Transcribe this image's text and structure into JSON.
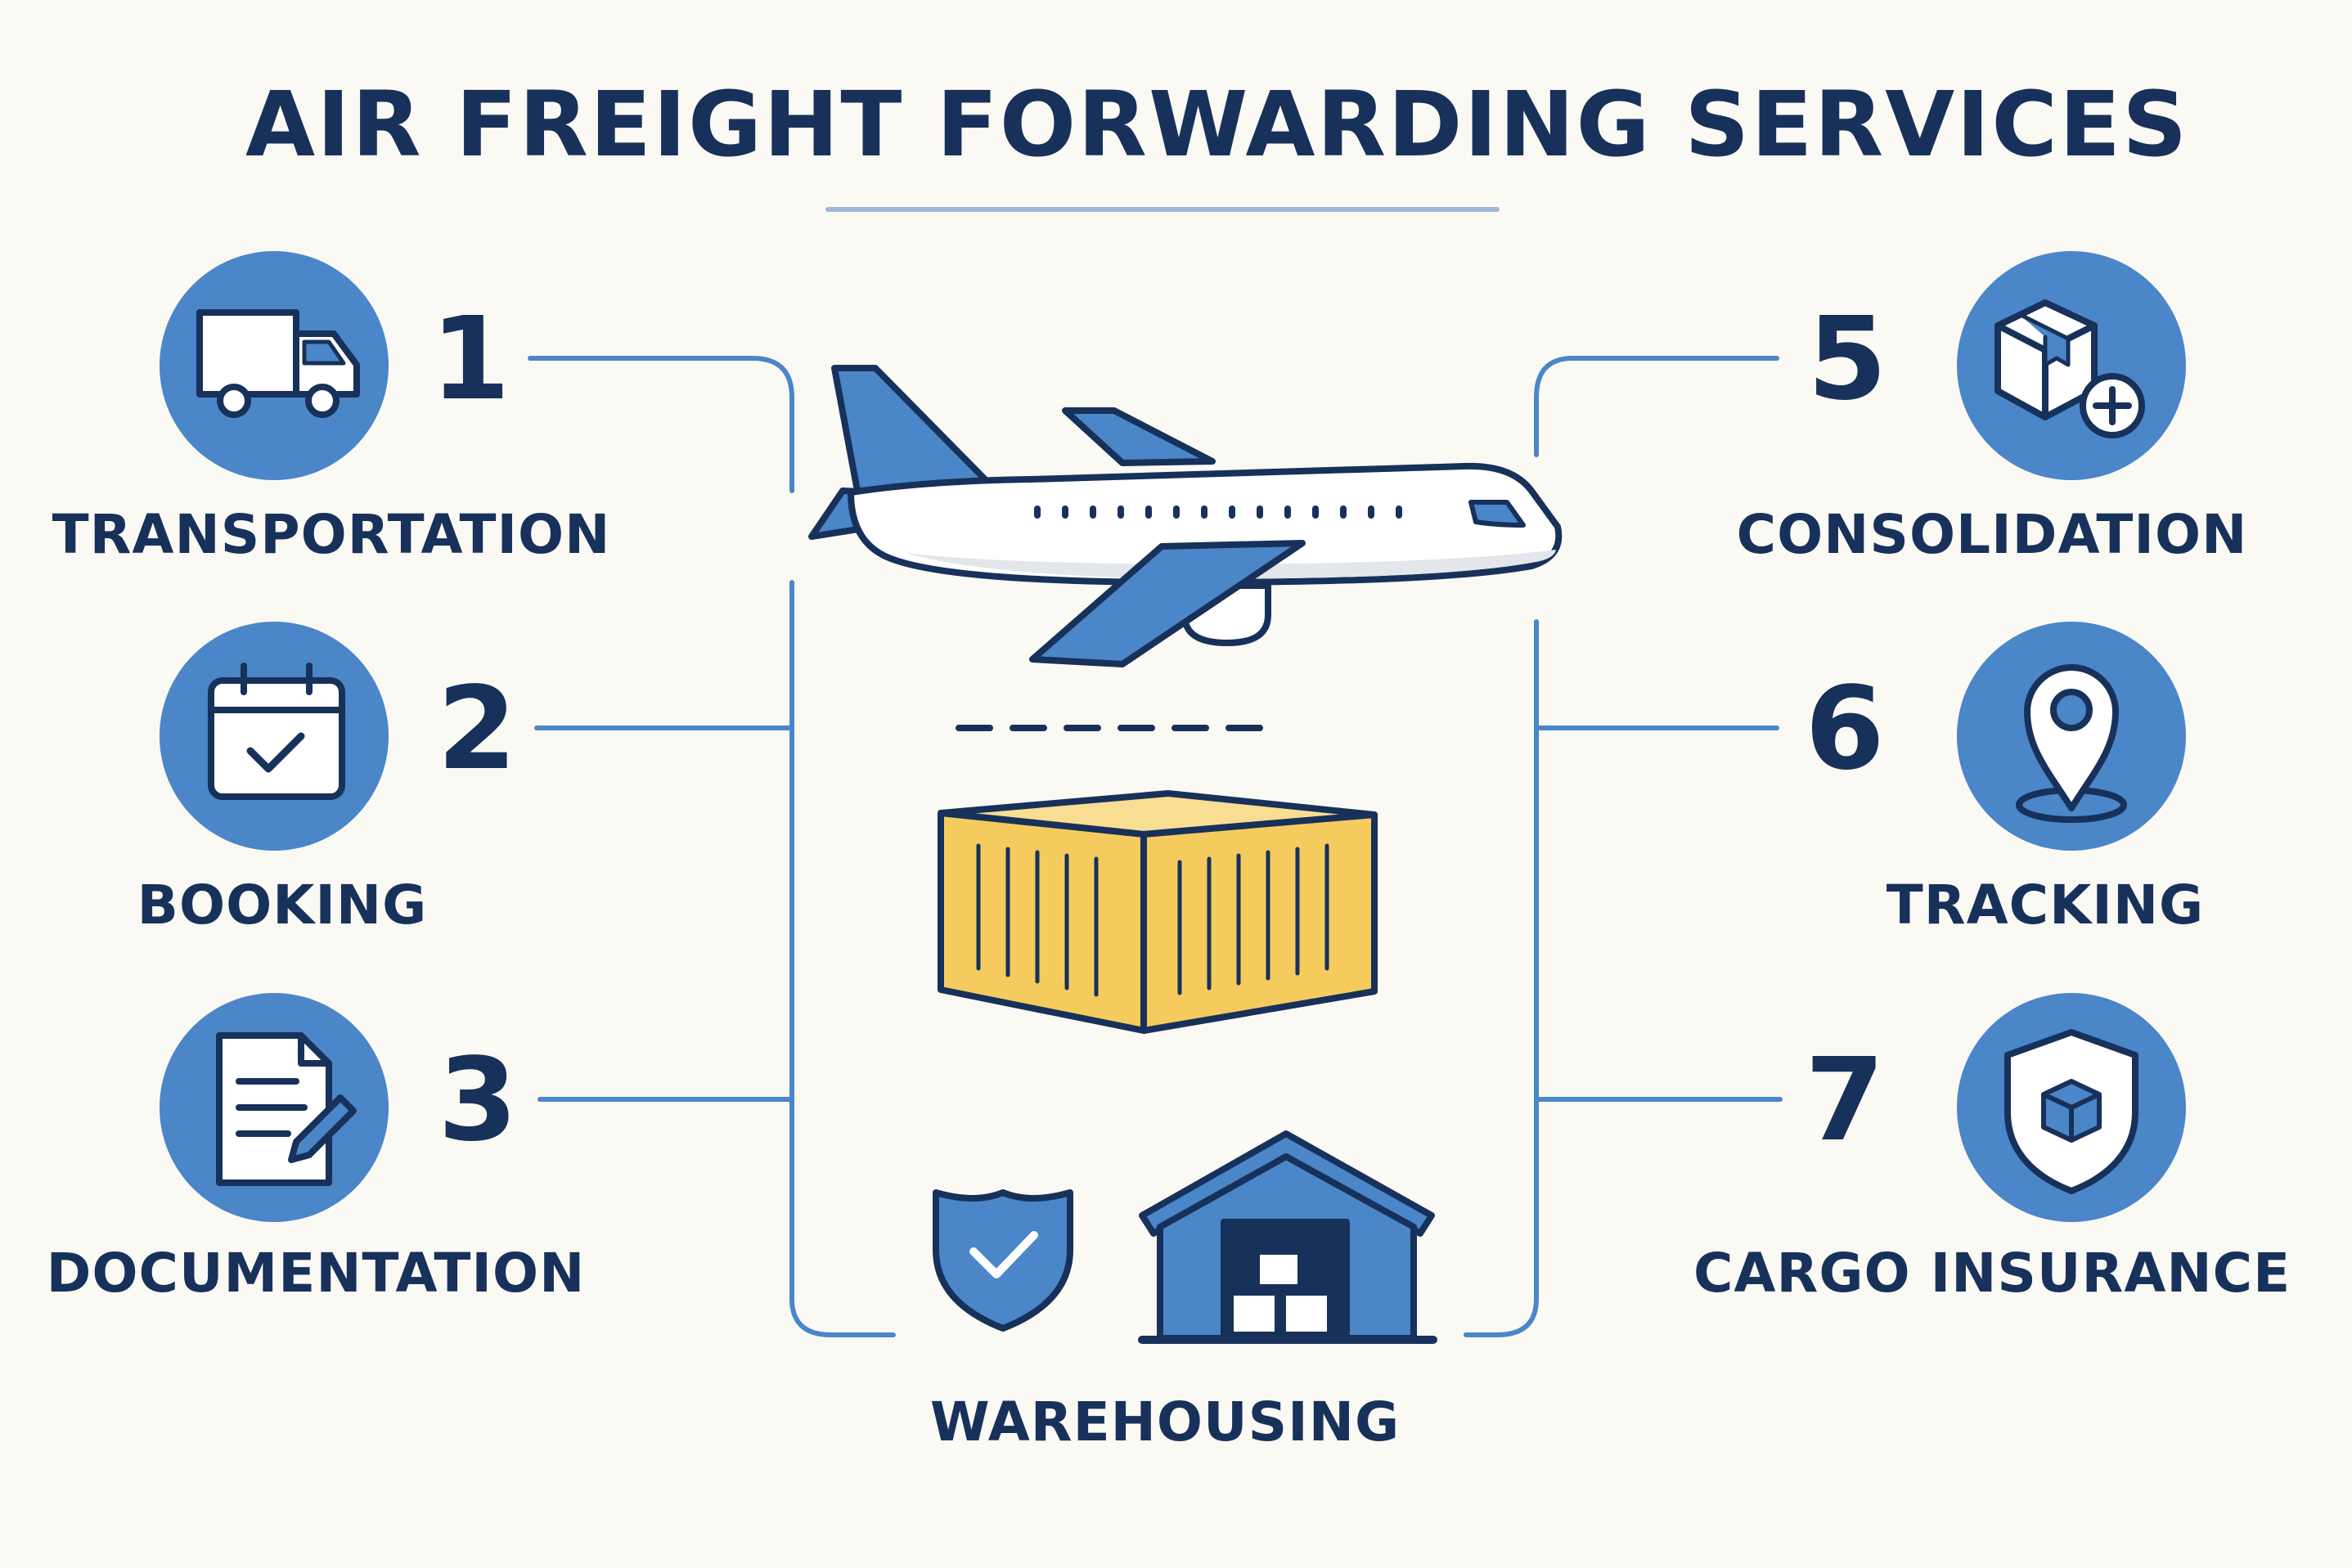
{
  "title": "AIR FREIGHT FORWARDING SERVICES",
  "colors": {
    "navy": "#17315a",
    "blue": "#4a86c8",
    "cargo_yellow": "#f6cb5e",
    "background": "#fbf9f4"
  },
  "services": [
    {
      "number": "1",
      "label": "TRANSPORTATION",
      "icon": "truck-icon"
    },
    {
      "number": "2",
      "label": "BOOKING",
      "icon": "calendar-check-icon"
    },
    {
      "number": "3",
      "label": "DOCUMENTATION",
      "icon": "document-pen-icon"
    },
    {
      "number": "5",
      "label": "CONSOLIDATION",
      "icon": "box-plus-icon"
    },
    {
      "number": "6",
      "label": "TRACKING",
      "icon": "map-pin-icon"
    },
    {
      "number": "7",
      "label": "CARGO INSURANCE",
      "icon": "shield-box-icon"
    }
  ],
  "center": {
    "label": "WAREHOUSING",
    "icons": [
      "airplane-icon",
      "cargo-container-icon",
      "shield-check-icon",
      "warehouse-icon"
    ]
  }
}
